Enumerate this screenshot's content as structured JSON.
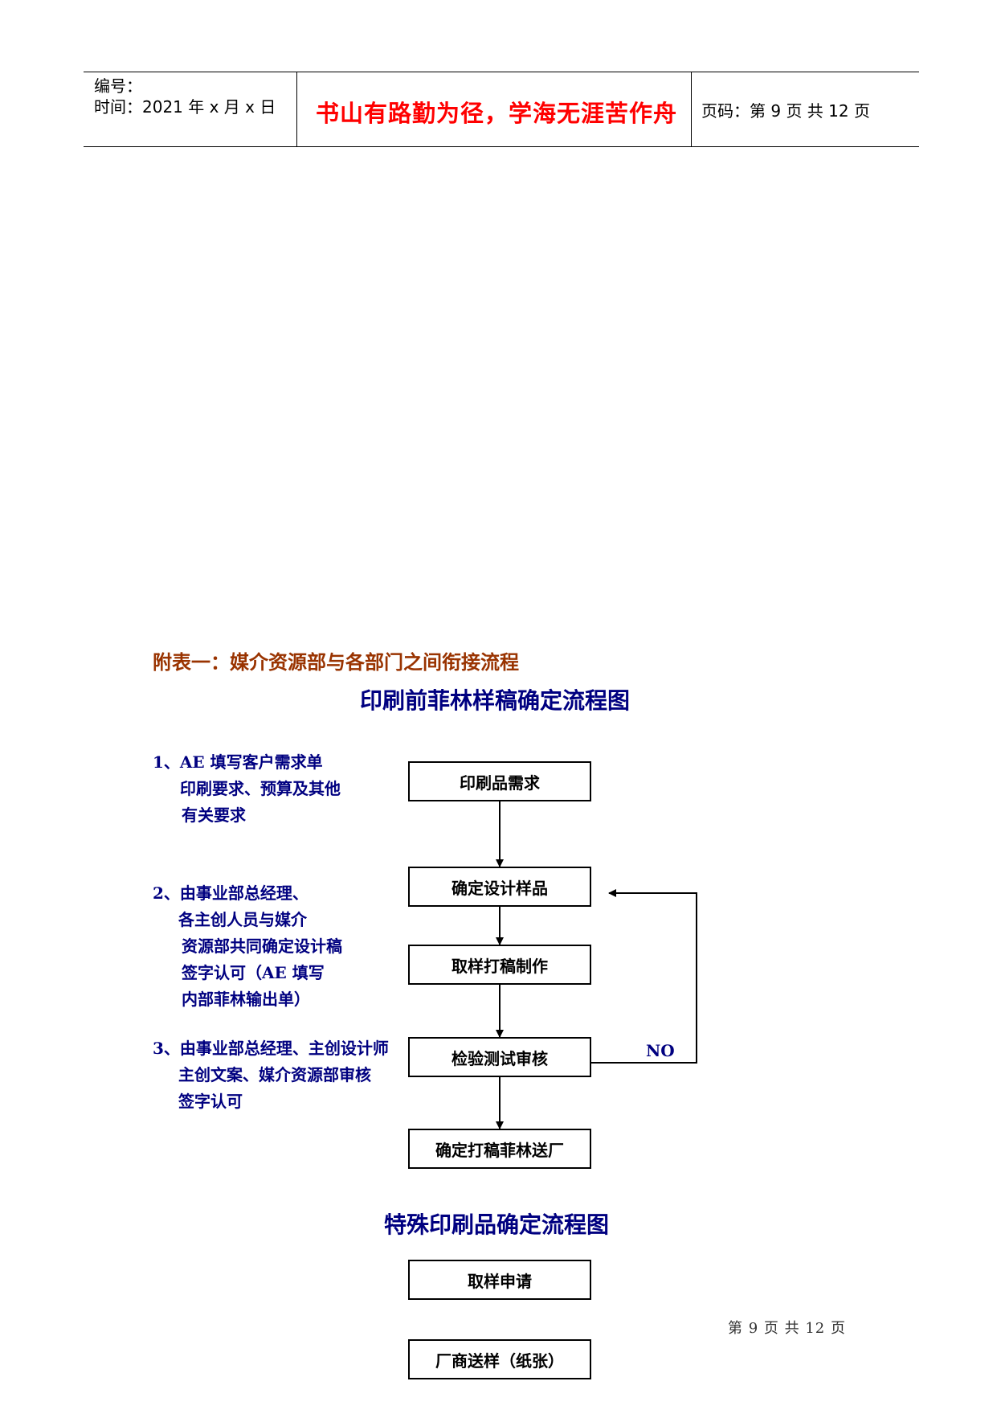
{
  "header": {
    "number_label": "编号：",
    "time_label": "时间：2021 年 x 月 x 日",
    "motto": "书山有路勤为径，学海无涯苦作舟",
    "page_label": "页码：第 9 页  共 12 页"
  },
  "appendix_title": "附表一：媒介资源部与各部门之间衔接流程",
  "flow1": {
    "title": "印刷前菲林样稿确定流程图",
    "notes": [
      [
        "1、AE 填写客户需求单",
        "   印刷要求、预算及其他",
        "    有关要求"
      ],
      [
        "2、由事业部总经理、",
        "   各主创人员与媒介",
        "    资源部共同确定设计稿",
        "    签字认可（AE 填写",
        "    内部菲林输出单）"
      ],
      [
        "3、由事业部总经理、主创设计师",
        "   主创文案、媒介资源部审核",
        "   签字认可"
      ]
    ],
    "boxes": [
      "印刷品需求",
      "确定设计样品",
      "取样打稿制作",
      "检验测试审核",
      "确定打稿菲林送厂"
    ],
    "no_label": "NO"
  },
  "flow2": {
    "title": "特殊印刷品确定流程图",
    "boxes": [
      "取样申请",
      "厂商送样（纸张）"
    ]
  },
  "footer": "第 9 页 共 12 页"
}
